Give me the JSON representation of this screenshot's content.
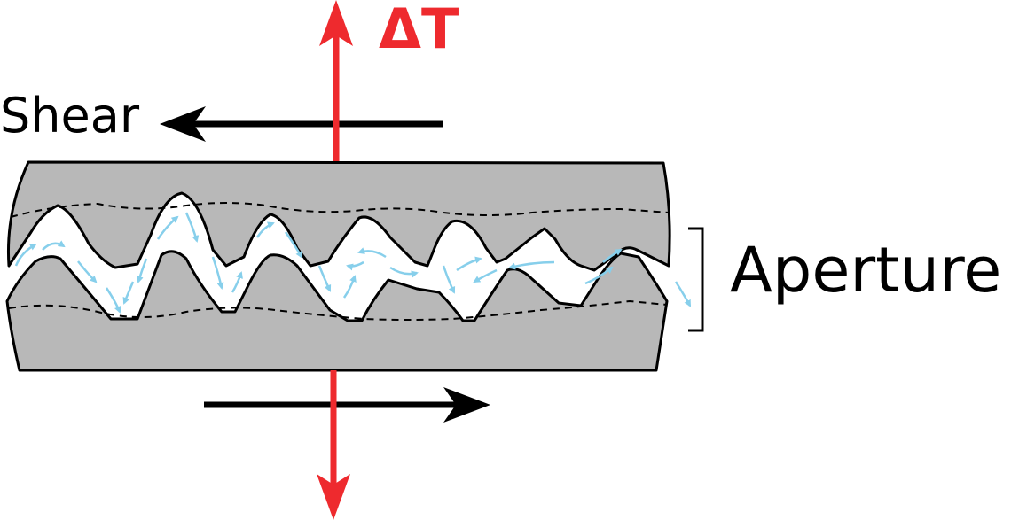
{
  "labels": {
    "shear": "Shear",
    "delta_t": "ΔT",
    "aperture": "Aperture"
  },
  "colors": {
    "rock": "#b8b8b8",
    "outline": "#000000",
    "heat_arrow": "#ee2a2e",
    "flow_arrow": "#87cfeb"
  }
}
